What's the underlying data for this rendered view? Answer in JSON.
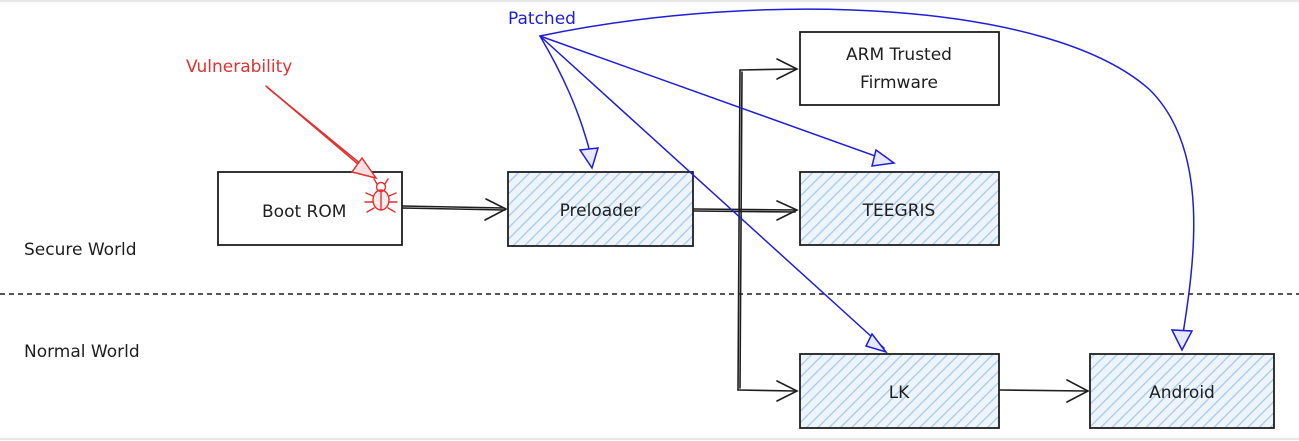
{
  "boxes": {
    "boot_rom": "Boot ROM",
    "preloader": "Preloader",
    "arm_tf_line1": "ARM Trusted",
    "arm_tf_line2": "Firmware",
    "teegris": "TEEGRIS",
    "lk": "LK",
    "android": "Android"
  },
  "worlds": {
    "secure": "Secure World",
    "normal": "Normal World"
  },
  "annotations": {
    "vulnerability": "Vulnerability",
    "patched": "Patched"
  },
  "icons": {
    "bug": "bug-icon"
  },
  "colors": {
    "vulnerability": "#e03131",
    "patched": "#1e1ed8",
    "hatch": "#a5c8ec",
    "patched_fill": "#edf4fb",
    "stroke": "#1e1e1e"
  }
}
